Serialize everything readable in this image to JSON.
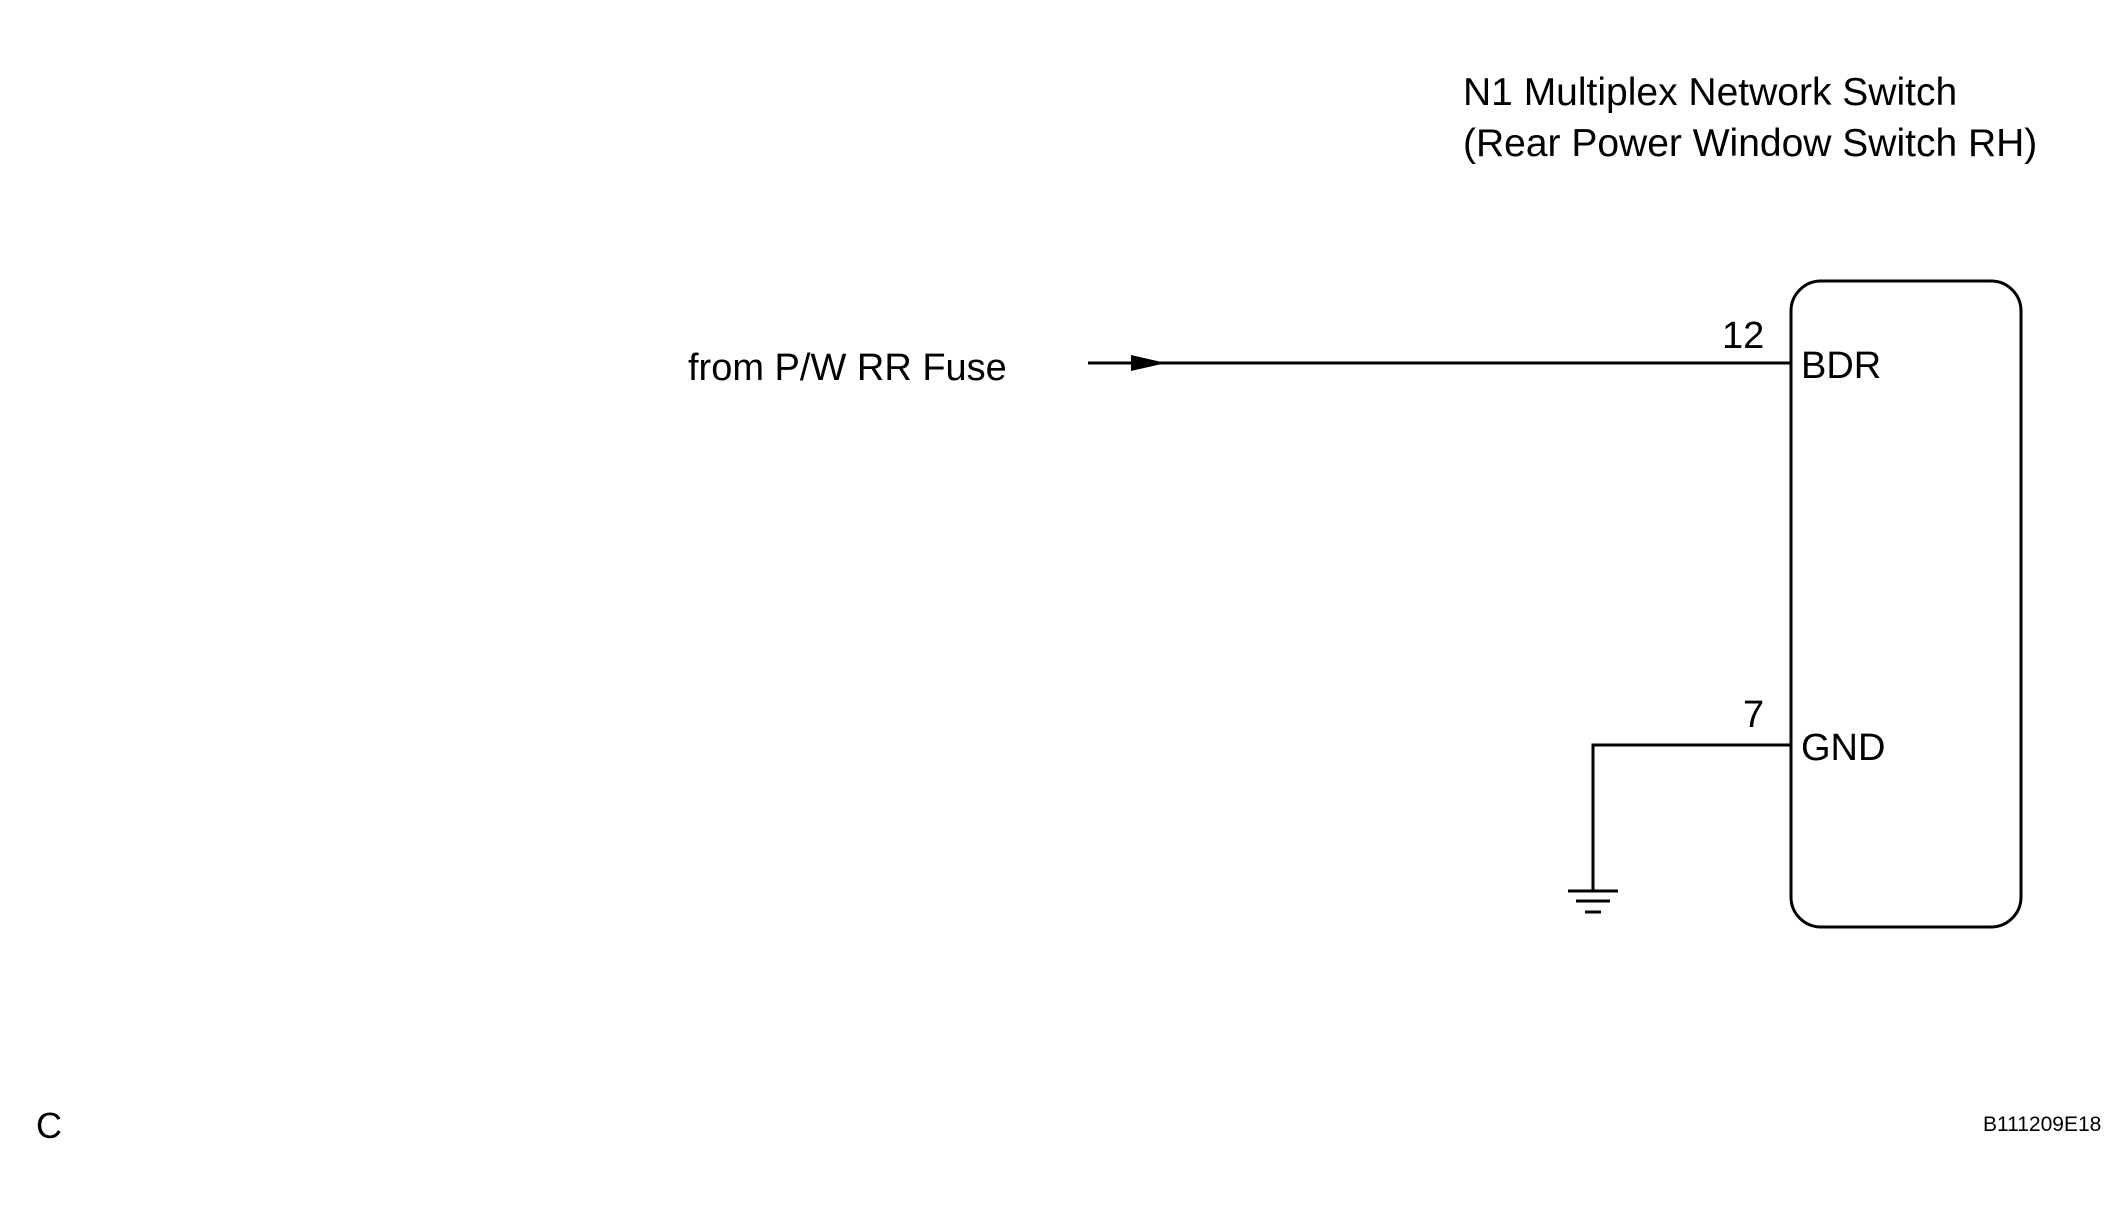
{
  "component": {
    "title_line1": "N1 Multiplex Network Switch",
    "title_line2": "(Rear Power Window Switch RH)"
  },
  "wires": {
    "source_label": "from P/W RR Fuse"
  },
  "pins": [
    {
      "number": "12",
      "name": "BDR"
    },
    {
      "number": "7",
      "name": "GND"
    }
  ],
  "footer": {
    "section_letter": "C",
    "figure_id": "B111209E18"
  },
  "colors": {
    "line": "#000000",
    "background": "#ffffff"
  },
  "icons": {
    "ground": "ground-symbol-icon",
    "arrow": "arrow-right-icon"
  }
}
